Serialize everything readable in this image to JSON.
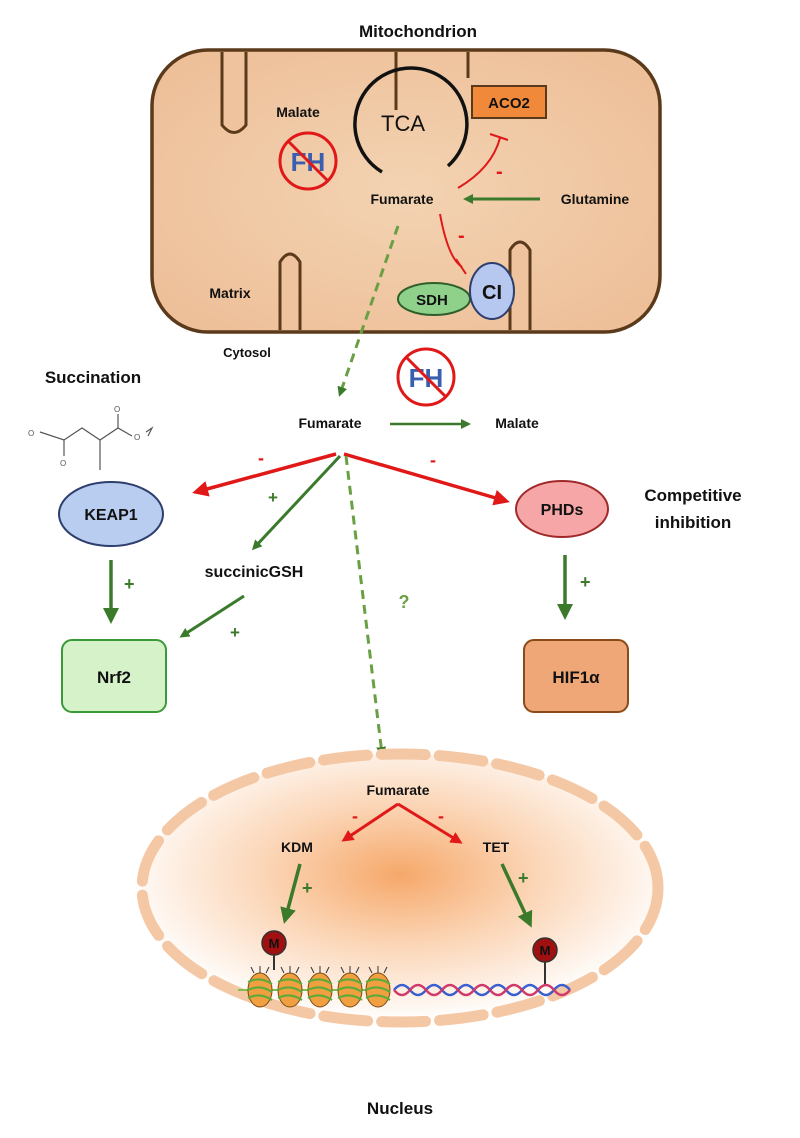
{
  "mitochondrion": {
    "title": "Mitochondrion",
    "tca": "TCA",
    "malate": "Malate",
    "fh": "FH",
    "fumarate": "Fumarate",
    "glutamine": "Glutamine",
    "aco2": "ACO2",
    "matrix": "Matrix",
    "sdh": "SDH",
    "ci": "CI",
    "minus_sign": "-"
  },
  "cytosol": {
    "label": "Cytosol",
    "fh": "FH",
    "fumarate": "Fumarate",
    "malate": "Malate",
    "succination": "Succination",
    "keap1": "KEAP1",
    "succinic_gsh": "succinicGSH",
    "nrf2": "Nrf2",
    "phds": "PHDs",
    "competitive_inhibition_1": "Competitive",
    "competitive_inhibition_2": "inhibition",
    "hif1a": "HIF1α",
    "question": "?",
    "plus_sign": "+",
    "minus_sign": "-"
  },
  "nucleus": {
    "title": "Nucleus",
    "fumarate": "Fumarate",
    "kdm": "KDM",
    "tet": "TET",
    "methyl": "M",
    "plus_sign": "+",
    "minus_sign": "-"
  },
  "colors": {
    "mito_fill": "#f1cba4",
    "mito_stroke": "#5b3a1c",
    "inhibit_red": "#e01818",
    "activate_green": "#3a7a2a",
    "aco2_fill": "#f08a3a",
    "sdh_fill": "#8fd08a",
    "ci_fill": "#b6c8ef",
    "keap1_fill": "#b9cdf0",
    "phds_fill": "#f6a6a6",
    "nrf2_fill": "#d6f2c9",
    "hif_fill": "#f0a777",
    "nucleus_fill": "#fbd2b0"
  }
}
